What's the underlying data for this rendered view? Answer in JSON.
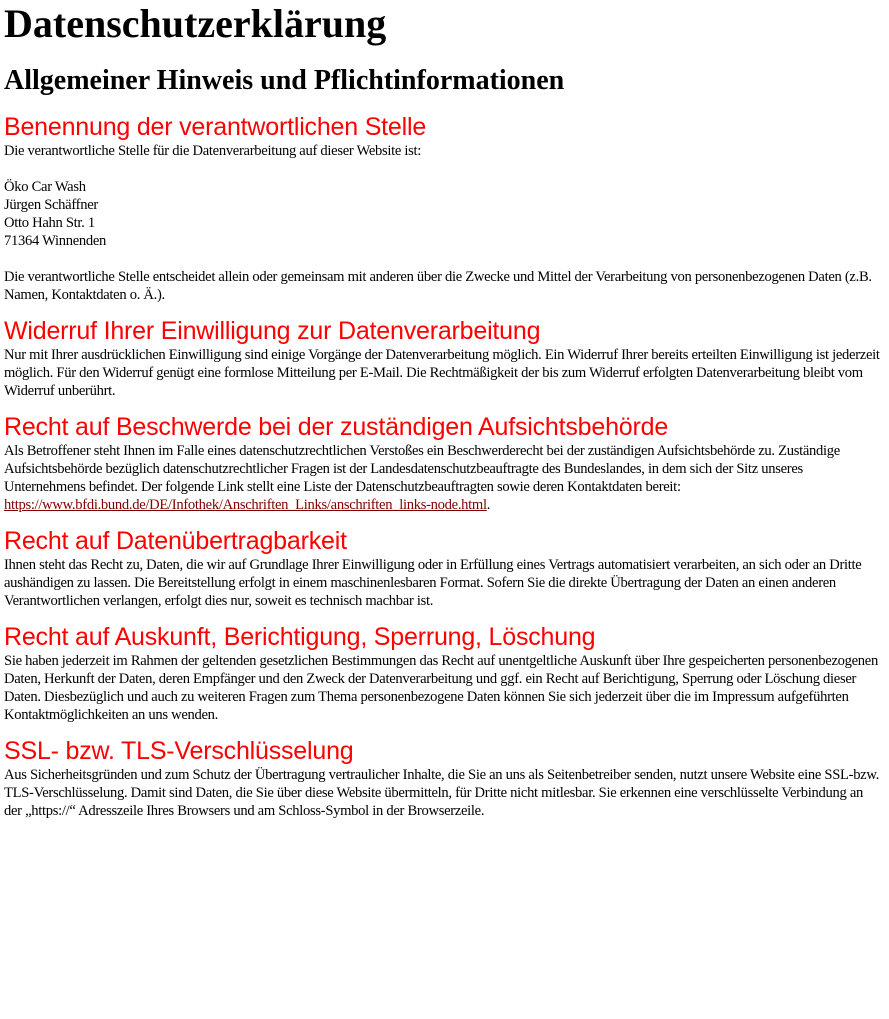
{
  "title": "Datenschutzerklärung",
  "subtitle": "Allgemeiner Hinweis und Pflichtinformationen",
  "sections": [
    {
      "heading": "Benennung der verantwortlichen Stelle",
      "intro": "Die verantwortliche Stelle für die Datenverarbeitung auf dieser Website ist:",
      "address": [
        "Öko Car Wash",
        "Jürgen Schäffner",
        "Otto Hahn Str. 1",
        "71364 Winnenden"
      ],
      "text": "Die verantwortliche Stelle entscheidet allein oder gemeinsam mit anderen über die Zwecke und Mittel der Verarbeitung von personenbezogenen Daten (z.B. Namen, Kontaktdaten o. Ä.)."
    },
    {
      "heading": "Widerruf Ihrer Einwilligung zur Datenverarbeitung",
      "text": "Nur mit Ihrer ausdrücklichen Einwilligung sind einige Vorgänge der Datenverarbeitung möglich. Ein Widerruf Ihrer bereits erteilten Einwilligung ist jederzeit möglich. Für den Widerruf genügt eine formlose Mitteilung per E-Mail. Die Rechtmäßigkeit der bis zum Widerruf erfolgten Datenverarbeitung bleibt vom Widerruf unberührt."
    },
    {
      "heading": "Recht auf Beschwerde bei der zuständigen Aufsichtsbehörde",
      "text": "Als Betroffener steht Ihnen im Falle eines datenschutzrechtlichen Verstoßes ein Beschwerderecht bei der zuständigen Aufsichtsbehörde zu. Zuständige Aufsichtsbehörde bezüglich datenschutzrechtlicher Fragen ist der Landesdatenschutzbeauftragte des Bundeslandes, in dem sich der Sitz unseres Unternehmens befindet. Der folgende Link stellt eine Liste der Datenschutzbeauftragten sowie deren Kontaktdaten bereit: ",
      "link": "https://www.bfdi.bund.de/DE/Infothek/Anschriften_Links/anschriften_links-node.html",
      "after_link": "."
    },
    {
      "heading": "Recht auf Datenübertragbarkeit",
      "text": "Ihnen steht das Recht zu, Daten, die wir auf Grundlage Ihrer Einwilligung oder in Erfüllung eines Vertrags automatisiert verarbeiten, an sich oder an Dritte aushändigen zu lassen. Die Bereitstellung erfolgt in einem maschinenlesbaren Format. Sofern Sie die direkte Übertragung der Daten an einen anderen Verantwortlichen verlangen, erfolgt dies nur, soweit es technisch machbar ist."
    },
    {
      "heading": "Recht auf Auskunft, Berichtigung, Sperrung, Löschung",
      "text": "Sie haben jederzeit im Rahmen der geltenden gesetzlichen Bestimmungen das Recht auf unentgeltliche Auskunft über Ihre gespeicherten personenbezogenen Daten, Herkunft der Daten, deren Empfänger und den Zweck der Datenverarbeitung und ggf. ein Recht auf Berichtigung, Sperrung oder Löschung dieser Daten. Diesbezüglich und auch zu weiteren Fragen zum Thema personenbezogene Daten können Sie sich jederzeit über die im Impressum aufgeführten Kontaktmöglichkeiten an uns wenden."
    },
    {
      "heading": "SSL- bzw. TLS-Verschlüsselung",
      "text": "Aus Sicherheitsgründen und zum Schutz der Übertragung vertraulicher Inhalte, die Sie an uns als Seitenbetreiber senden, nutzt unsere Website eine SSL-bzw. TLS-Verschlüsselung. Damit sind Daten, die Sie über diese Website übermitteln, für Dritte nicht mitlesbar. Sie erkennen eine verschlüsselte Verbindung an der „https://“ Adresszeile Ihres Browsers und am Schloss-Symbol in der Browserzeile."
    }
  ],
  "colors": {
    "heading": "#ff0000",
    "link": "#800000"
  }
}
